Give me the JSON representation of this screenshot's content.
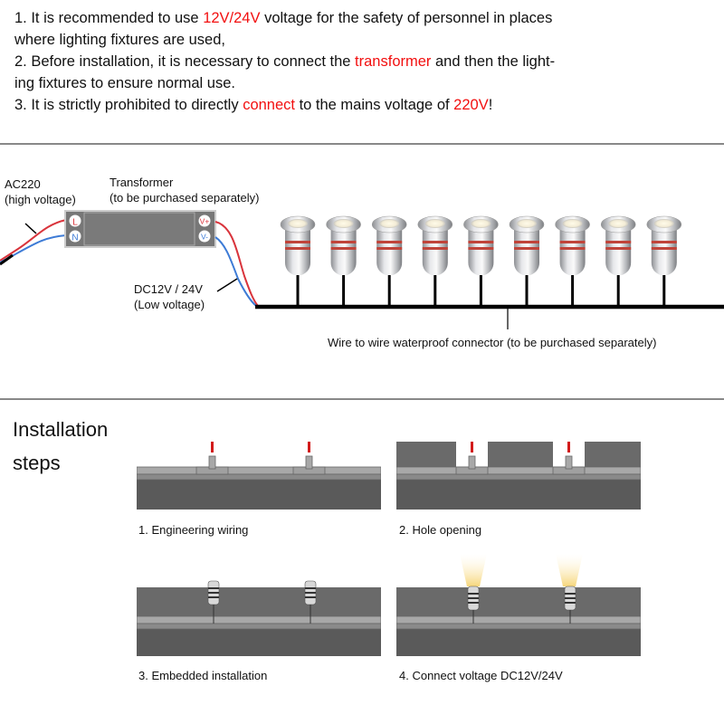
{
  "notes": {
    "line1": {
      "pre": "1. It is recommended to use ",
      "hl": "12V/24V",
      "post": " voltage for the safety of personnel in places"
    },
    "line1b": "where lighting fixtures are used,",
    "line2": {
      "pre": "2. Before installation, it is necessary to connect the ",
      "hl": "transformer",
      "post": " and then the light-"
    },
    "line2b": "ing fixtures to ensure normal use.",
    "line3": {
      "pre": "3. It is strictly prohibited to directly ",
      "hl": "connect",
      "mid": " to the mains voltage of ",
      "hl2": "220V",
      "post": "!"
    }
  },
  "wiring": {
    "ac_label": "AC220",
    "ac_sub": "(high voltage)",
    "transformer_label": "Transformer",
    "transformer_sub": "(to be purchased separately)",
    "terminals_in": [
      "L",
      "N"
    ],
    "terminals_out": [
      "V+",
      "V-"
    ],
    "dc_label": "DC12V / 24V",
    "dc_sub": "(Low voltage)",
    "connector_label": "Wire to wire waterproof connector (to be purchased separately)",
    "light_count": 9
  },
  "steps": {
    "title_line1": "Installation",
    "title_line2": "steps",
    "items": [
      {
        "caption": "1. Engineering wiring"
      },
      {
        "caption": "2. Hole opening"
      },
      {
        "caption": "3. Embedded installation"
      },
      {
        "caption": "4. Connect voltage DC12V/24V"
      }
    ]
  },
  "colors": {
    "highlight": "#f20f0f",
    "wire_red": "#d9343c",
    "wire_blue": "#3d7bd6"
  }
}
